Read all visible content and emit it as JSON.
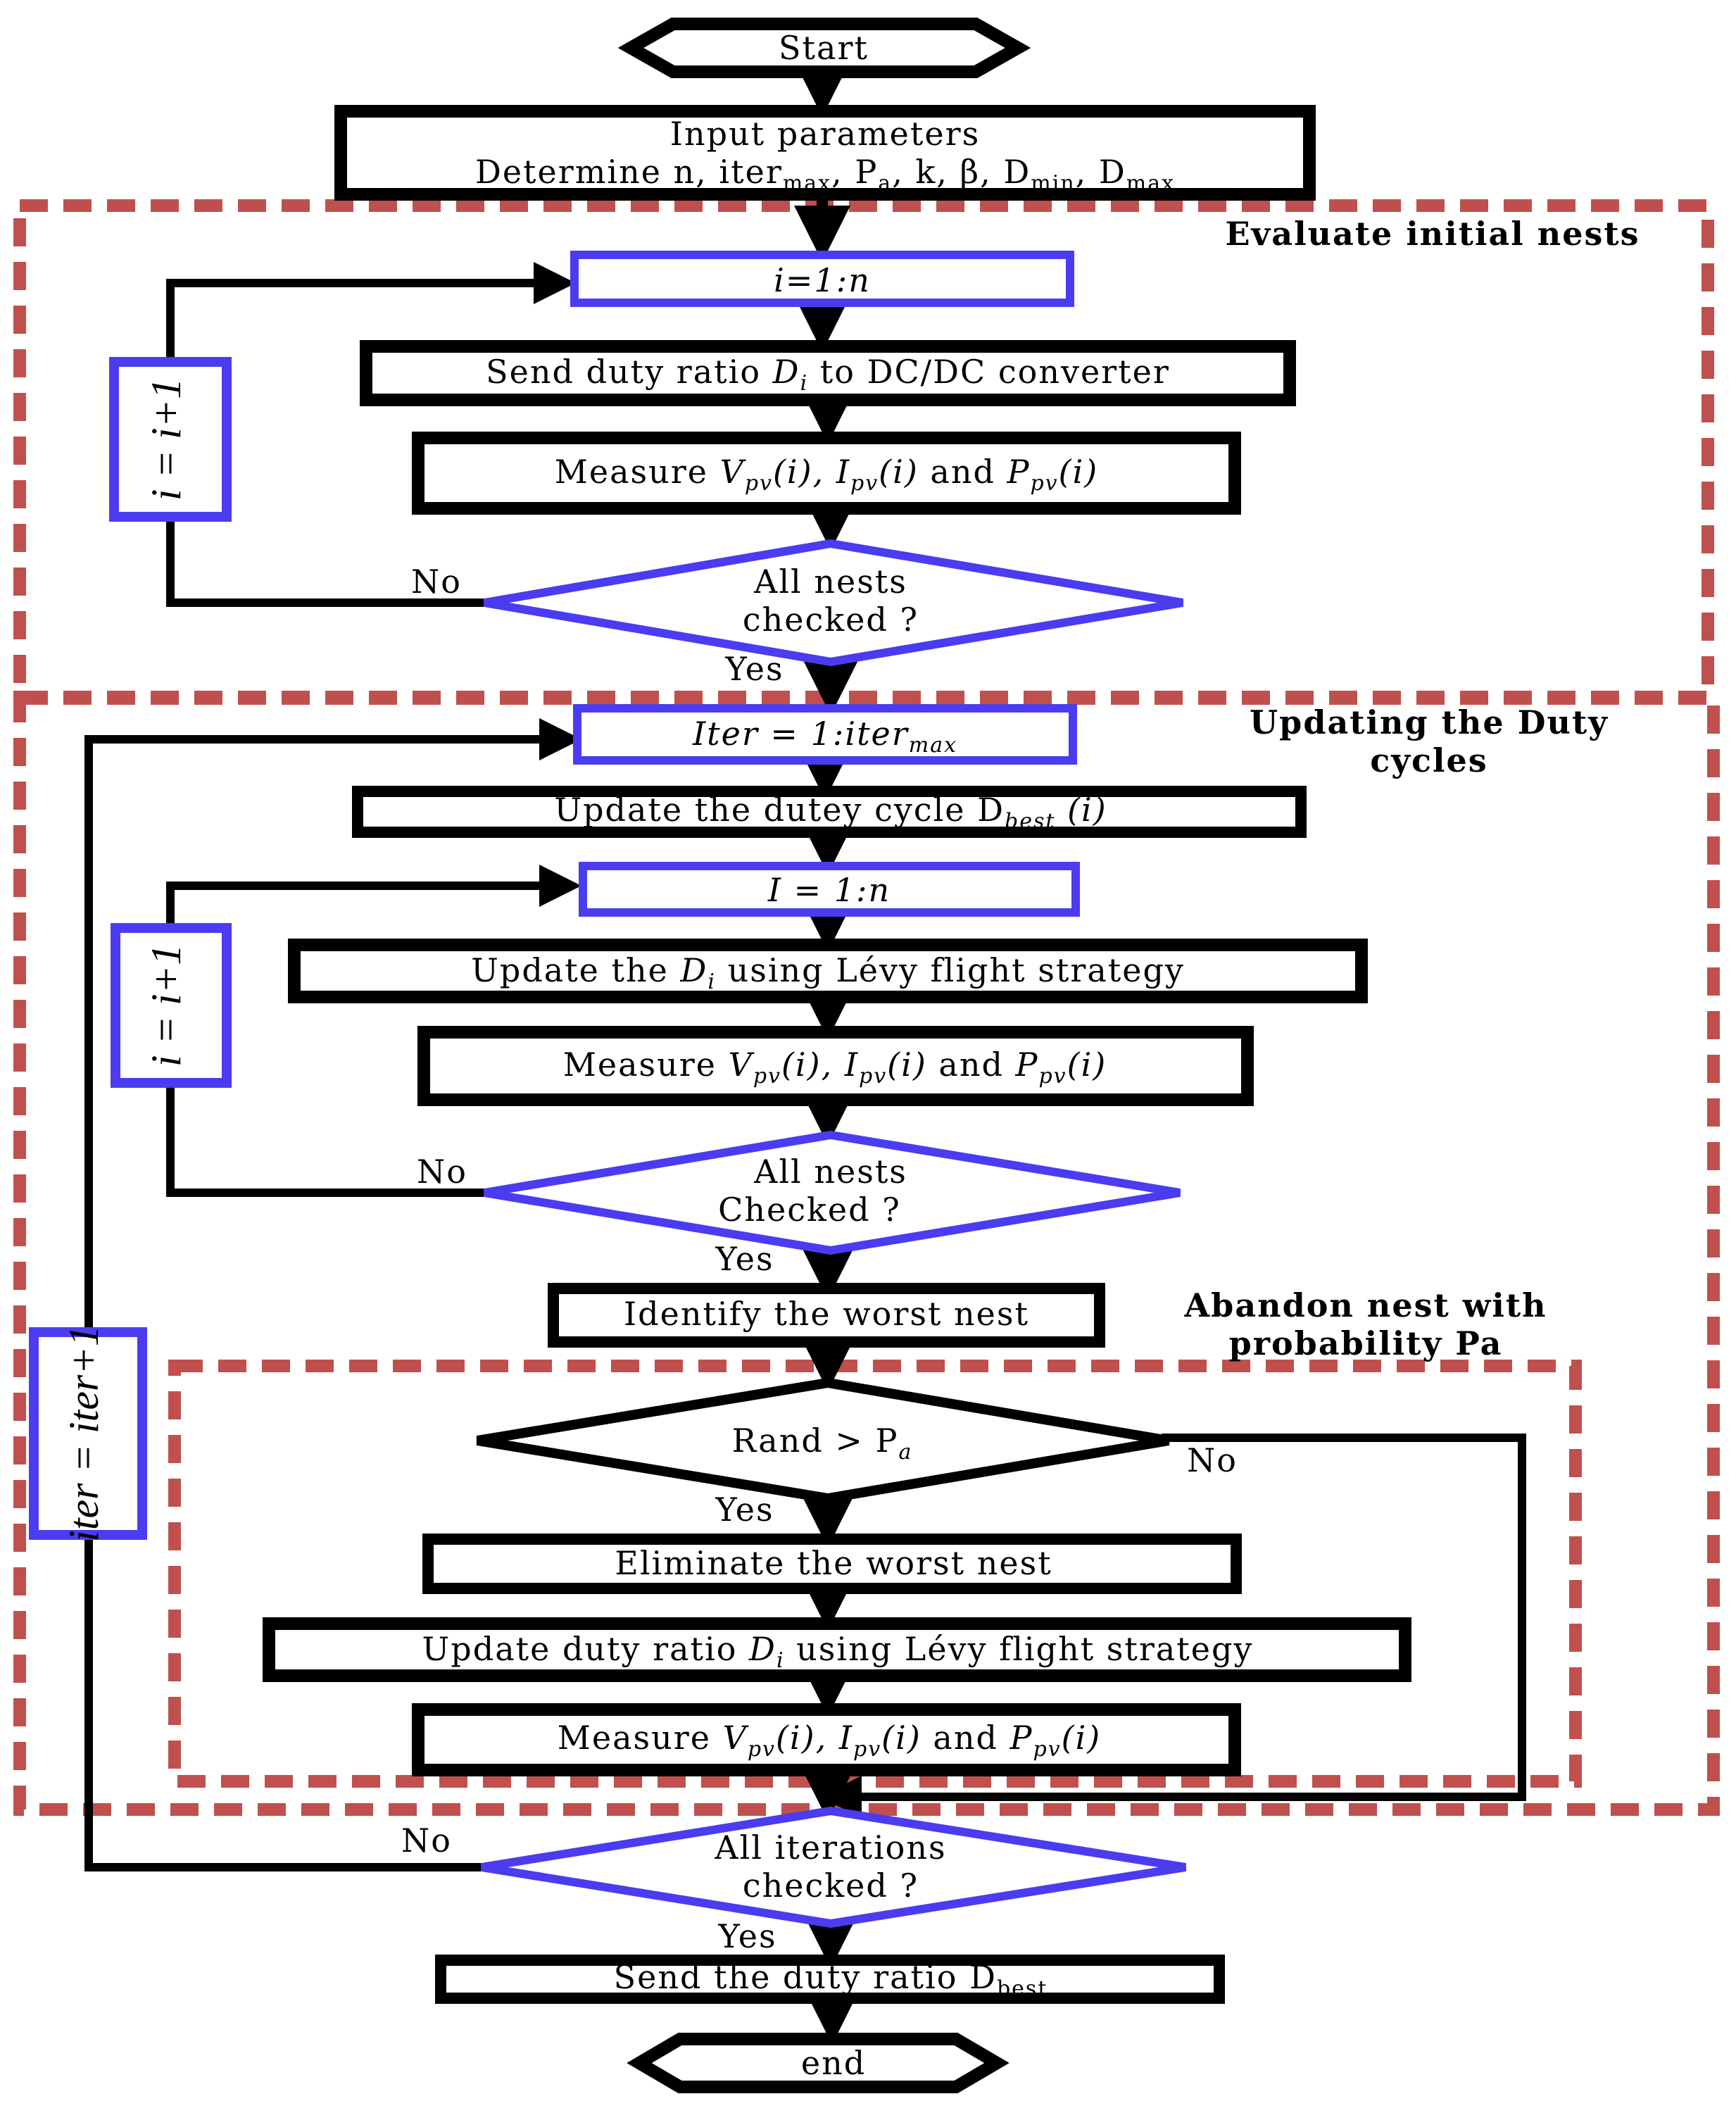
{
  "flowchart": {
    "start": "Start",
    "end": "end",
    "input": {
      "line1": "Input parameters",
      "line2": "Determine n, iter",
      "line2_sub": "max",
      "line2_rest": ", P",
      "line2_pa_sub": "a",
      "line2_tail": ", k, β,  D",
      "line2_dmin_sub": "min",
      "line2_dmax": ", D",
      "line2_dmax_sub": "max"
    },
    "section1": {
      "title": "Evaluate initial nests",
      "loop": "i=1:n",
      "send_pre": "Send duty ratio ",
      "send_var": "D",
      "send_sub": "i",
      "send_post": " to DC/DC converter",
      "measure": {
        "pre": "Measure ",
        "v": "V",
        "v_sub": "pv",
        "v_arg": "(i), ",
        "i": "I",
        "i_sub": "pv",
        "i_arg": "(i)",
        "and": " and ",
        "p": "P",
        "p_sub": "pv",
        "p_arg": "(i)"
      },
      "decision_line1": "All nests",
      "decision_line2": "checked ?",
      "no": "No",
      "yes": "Yes",
      "increment": "i = i+1"
    },
    "section2": {
      "title_line1": "Updating the Duty",
      "title_line2": "cycles",
      "iter_loop": "Iter = 1:iter",
      "iter_sub": "max",
      "update_best": "Update the dutey cycle D",
      "update_best_sub": "best",
      "update_best_arg": " (i)",
      "inner_loop": "I = 1:n",
      "levy_pre": "Update the ",
      "levy_var": "D",
      "levy_sub": "i",
      "levy_post": " using Lévy flight strategy",
      "decision_line1": "All nests",
      "decision_line2": "Checked ?",
      "no": "No",
      "yes": "Yes",
      "increment": "i = i+1",
      "identify": "Identify the worst nest",
      "iter_increment": "iter = iter+1"
    },
    "section3": {
      "title_line1": "Abandon nest with",
      "title_line2": "probability Pa",
      "rand": "Rand > P",
      "rand_sub": "a",
      "no": "No",
      "yes": "Yes",
      "eliminate": "Eliminate  the worst nest",
      "update_pre": "Update duty ratio ",
      "update_var": "D",
      "update_sub": "i",
      "update_post": " using Lévy flight strategy"
    },
    "final": {
      "decision_line1": "All iterations",
      "decision_line2": "checked ?",
      "no": "No",
      "yes": "Yes",
      "send": "Send the duty ratio D",
      "send_sub": "best"
    },
    "colors": {
      "dashed_region": "#c0504d",
      "loop_box": "#4b3cf0",
      "process_box": "#000000"
    }
  }
}
